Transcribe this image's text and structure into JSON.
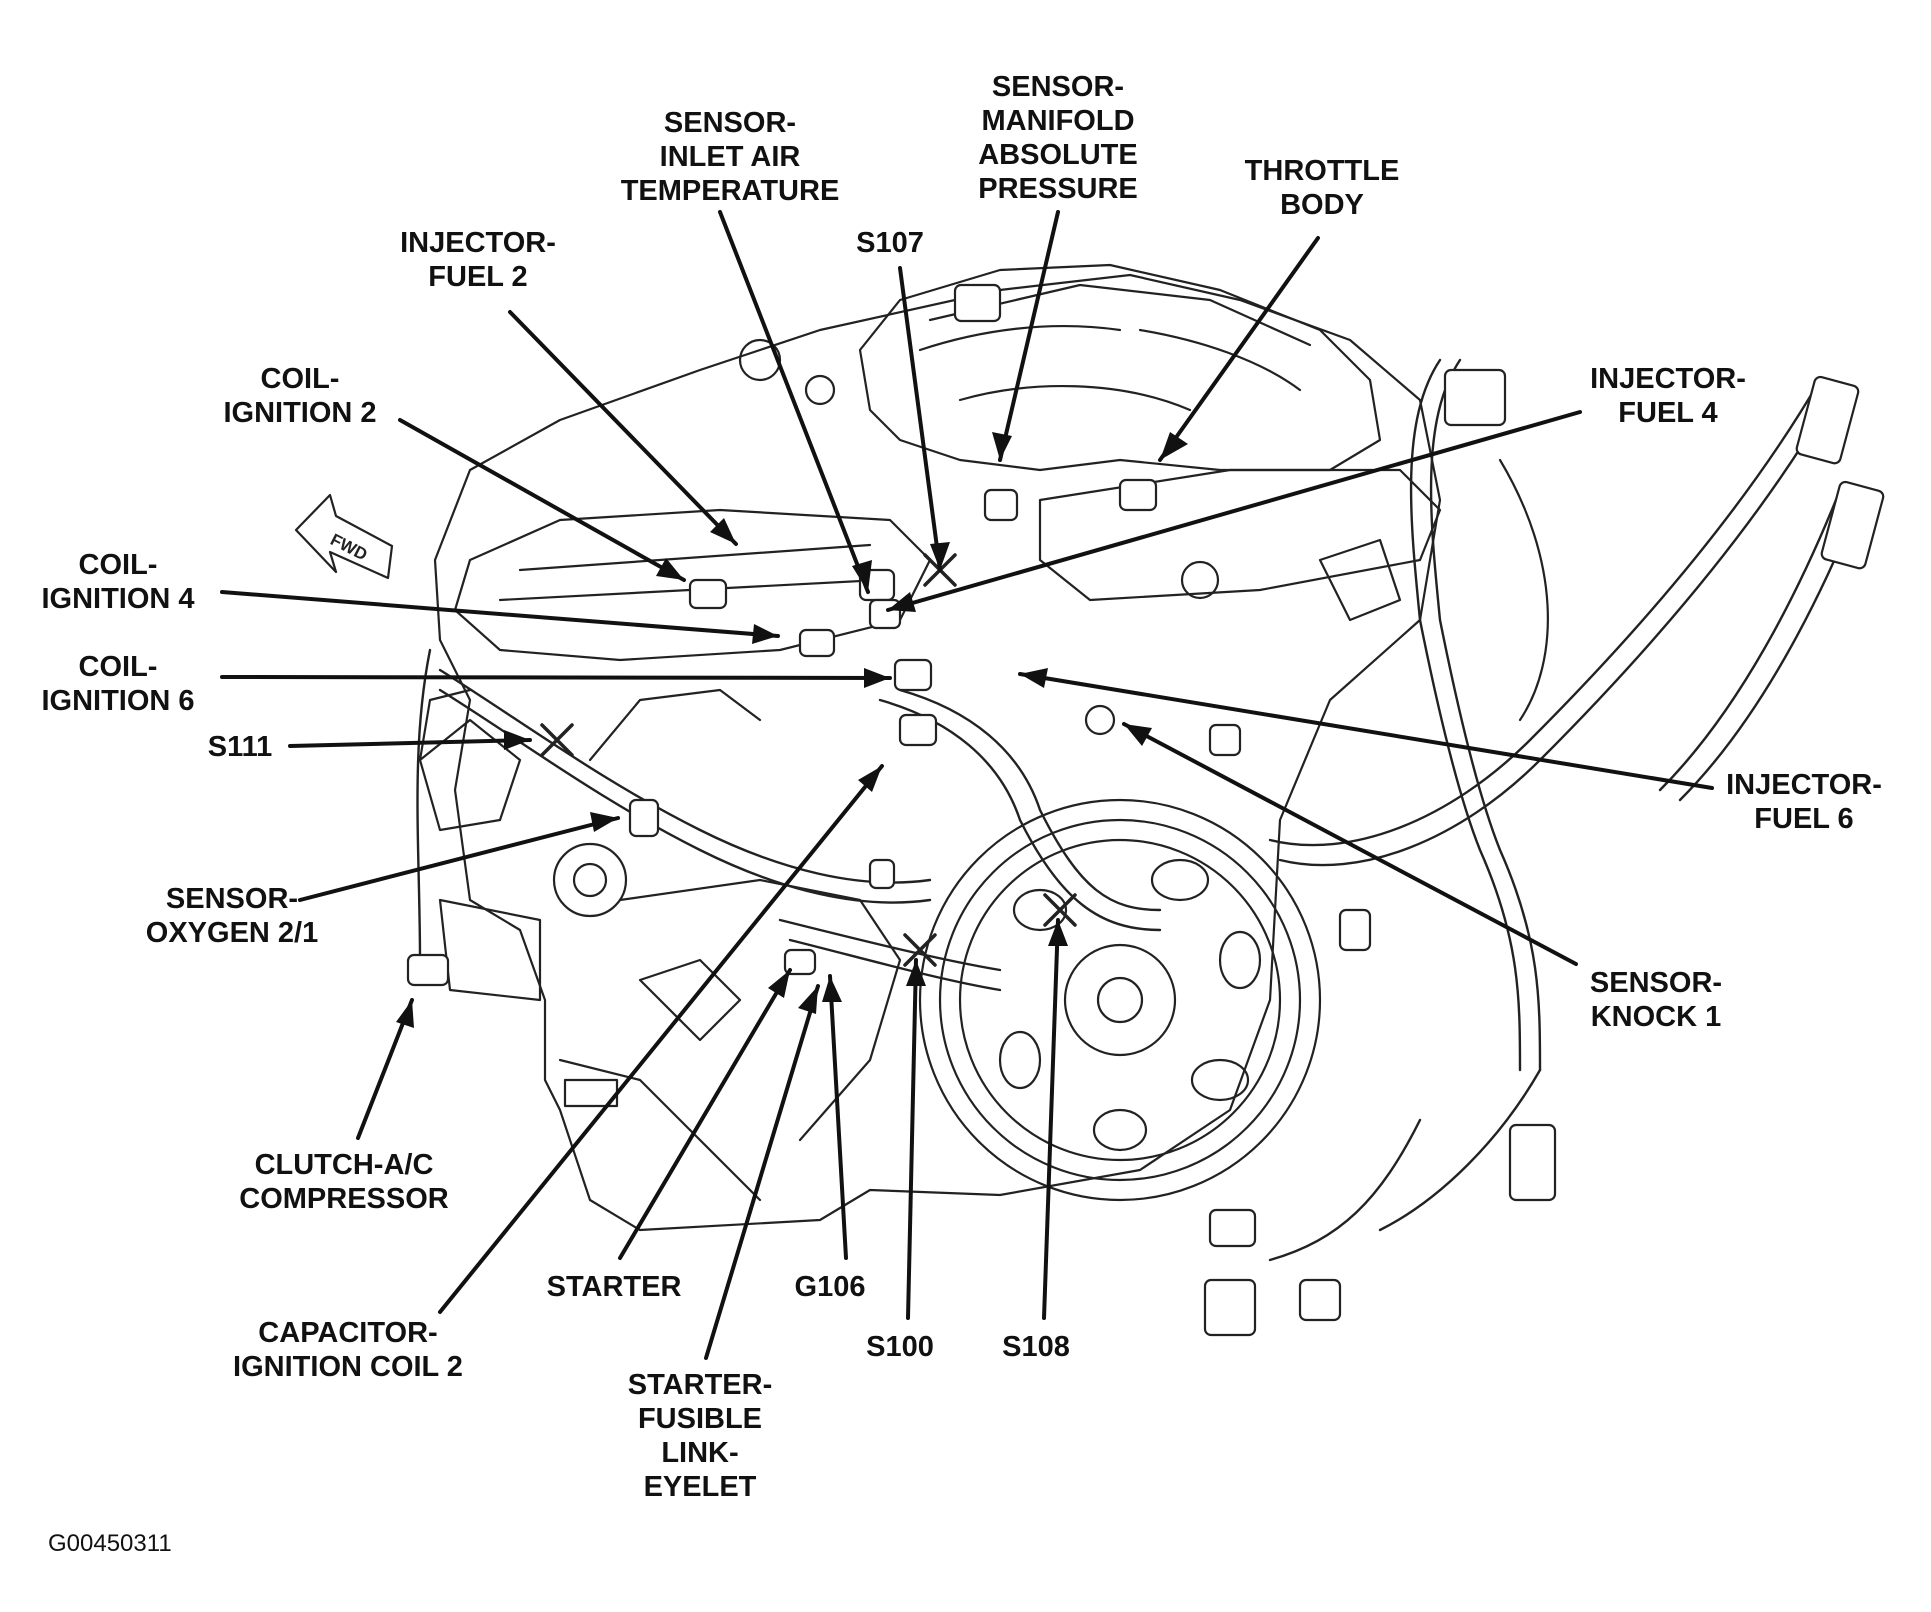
{
  "labels": {
    "sensor_iat": [
      "SENSOR-",
      "INLET AIR",
      "TEMPERATURE"
    ],
    "sensor_map": [
      "SENSOR-",
      "MANIFOLD",
      "ABSOLUTE",
      "PRESSURE"
    ],
    "throttle_body": [
      "THROTTLE",
      "BODY"
    ],
    "s107": [
      "S107"
    ],
    "injector_fuel_2": [
      "INJECTOR-",
      "FUEL 2"
    ],
    "coil_ignition_2": [
      "COIL-",
      "IGNITION 2"
    ],
    "injector_fuel_4": [
      "INJECTOR-",
      "FUEL 4"
    ],
    "coil_ignition_4": [
      "COIL-",
      "IGNITION 4"
    ],
    "coil_ignition_6": [
      "COIL-",
      "IGNITION 6"
    ],
    "s111": [
      "S111"
    ],
    "injector_fuel_6": [
      "INJECTOR-",
      "FUEL 6"
    ],
    "sensor_oxygen": [
      "SENSOR-",
      "OXYGEN 2/1"
    ],
    "sensor_knock": [
      "SENSOR-",
      "KNOCK 1"
    ],
    "clutch_ac": [
      "CLUTCH-A/C",
      "COMPRESSOR"
    ],
    "starter": [
      "STARTER"
    ],
    "g106": [
      "G106"
    ],
    "capacitor": [
      "CAPACITOR-",
      "IGNITION COIL 2"
    ],
    "s100": [
      "S100"
    ],
    "s108": [
      "S108"
    ],
    "starter_fusible": [
      "STARTER-",
      "FUSIBLE",
      "LINK-",
      "EYELET"
    ]
  },
  "fwd_arrow": "FWD",
  "figure_id": "G00450311"
}
